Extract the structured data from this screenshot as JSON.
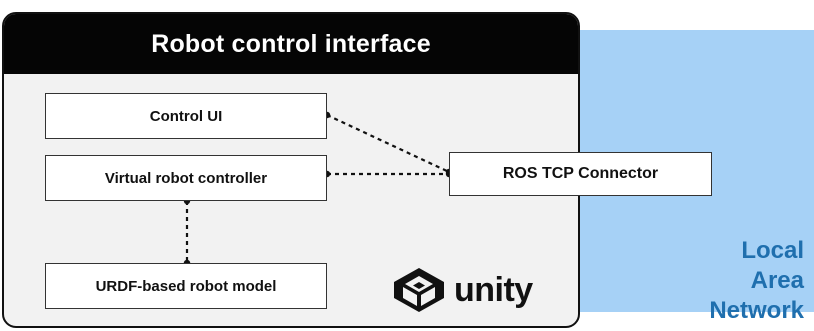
{
  "interface": {
    "title": "Robot control interface"
  },
  "nodes": {
    "control_ui": "Control UI",
    "virtual_robot_controller": "Virtual robot controller",
    "urdf_robot_model": "URDF-based robot model",
    "ros_tcp_connector": "ROS TCP Connector"
  },
  "network": {
    "line1": "Local",
    "line2": "Area",
    "line3": "Network"
  },
  "logo": {
    "icon": "unity-logo-icon",
    "text": "unity"
  },
  "connections": [
    {
      "from": "Control UI",
      "to": "ROS TCP Connector",
      "style": "dotted"
    },
    {
      "from": "Virtual robot controller",
      "to": "ROS TCP Connector",
      "style": "dotted"
    },
    {
      "from": "Virtual robot controller",
      "to": "URDF-based robot model",
      "style": "dotted"
    }
  ],
  "colors": {
    "network": "#a6d1f6",
    "network_text": "#1f6fae",
    "header": "#050505",
    "panel": "#f2f2f2"
  }
}
